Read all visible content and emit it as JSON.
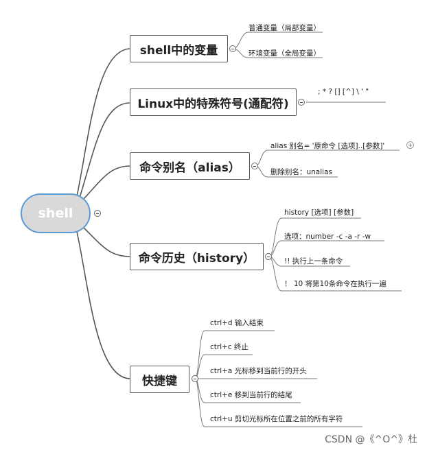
{
  "root": {
    "label": "shell"
  },
  "branches": [
    {
      "label": "shell中的变量",
      "leaves": [
        "普通变量（局部变量）",
        "环境变量（全局变量）"
      ]
    },
    {
      "label": "Linux中的特殊符号(通配符)",
      "leaves": [
        ";   * ?   [] [^] \\ ' \""
      ]
    },
    {
      "label": "命令别名（alias）",
      "leaves": [
        "alias 别名=  '原命令 [选项]..[参数]'",
        "删除别名：unalias"
      ]
    },
    {
      "label": "命令历史（history）",
      "leaves": [
        "history [选项] [参数]",
        "选项：number -c -a -r -w",
        "!! 执行上一条命令",
        "！ 10  将第10条命令在执行一遍"
      ]
    },
    {
      "label": "快捷键",
      "leaves": [
        "ctrl+d 输入结束",
        "ctrl+c 终止",
        "ctrl+a 光标移到当前行的开头",
        "ctrl+e 移到当前行的结尾",
        "ctrl+u 剪切光标所在位置之前的所有字符"
      ]
    }
  ],
  "watermark": "CSDN @《^O^》杜",
  "colors": {
    "root_fill": "#d9d9d9",
    "root_border": "#5b9bd5",
    "line": "#555555"
  }
}
